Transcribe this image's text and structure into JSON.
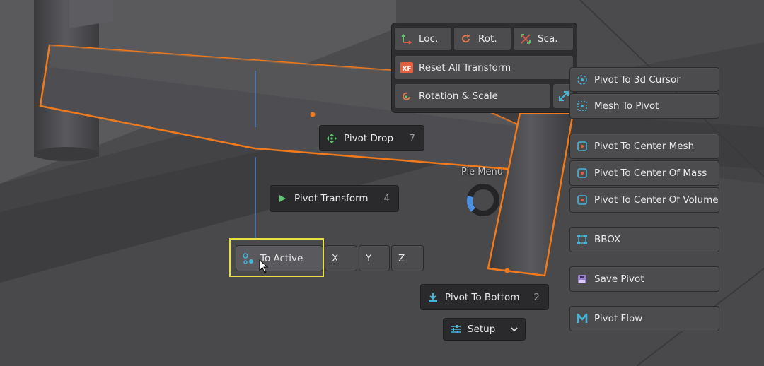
{
  "pie": {
    "title": "Pie Menu",
    "items": {
      "pivot_drop": {
        "label": "Pivot Drop",
        "key": "7"
      },
      "pivot_transform": {
        "label": "Pivot Transform",
        "key": "4"
      },
      "pivot_to_bottom": {
        "label": "Pivot To Bottom",
        "key": "2"
      },
      "setup": {
        "label": "Setup"
      }
    }
  },
  "transform_panel": {
    "loc": "Loc.",
    "rot": "Rot.",
    "sca": "Sca.",
    "reset_all": "Reset All Transform",
    "rotation_scale": "Rotation & Scale"
  },
  "active_row": {
    "to_active": "To Active",
    "x": "X",
    "y": "Y",
    "z": "Z"
  },
  "right_column": {
    "pivot_to_3d_cursor": "Pivot To 3d Cursor",
    "mesh_to_pivot": "Mesh To Pivot",
    "pivot_to_center_mesh": "Pivot To Center Mesh",
    "pivot_to_center_of_mass": "Pivot To Center Of Mass",
    "pivot_to_center_of_volume": "Pivot To Center Of Volume",
    "bbox": "BBOX",
    "save_pivot": "Save Pivot",
    "pivot_flow": "Pivot Flow"
  },
  "colors": {
    "selection_outline": "#f07a1c",
    "accent_cyan": "#46b4d8",
    "accent_green": "#5ec86e",
    "highlight_box": "#e8e040"
  }
}
